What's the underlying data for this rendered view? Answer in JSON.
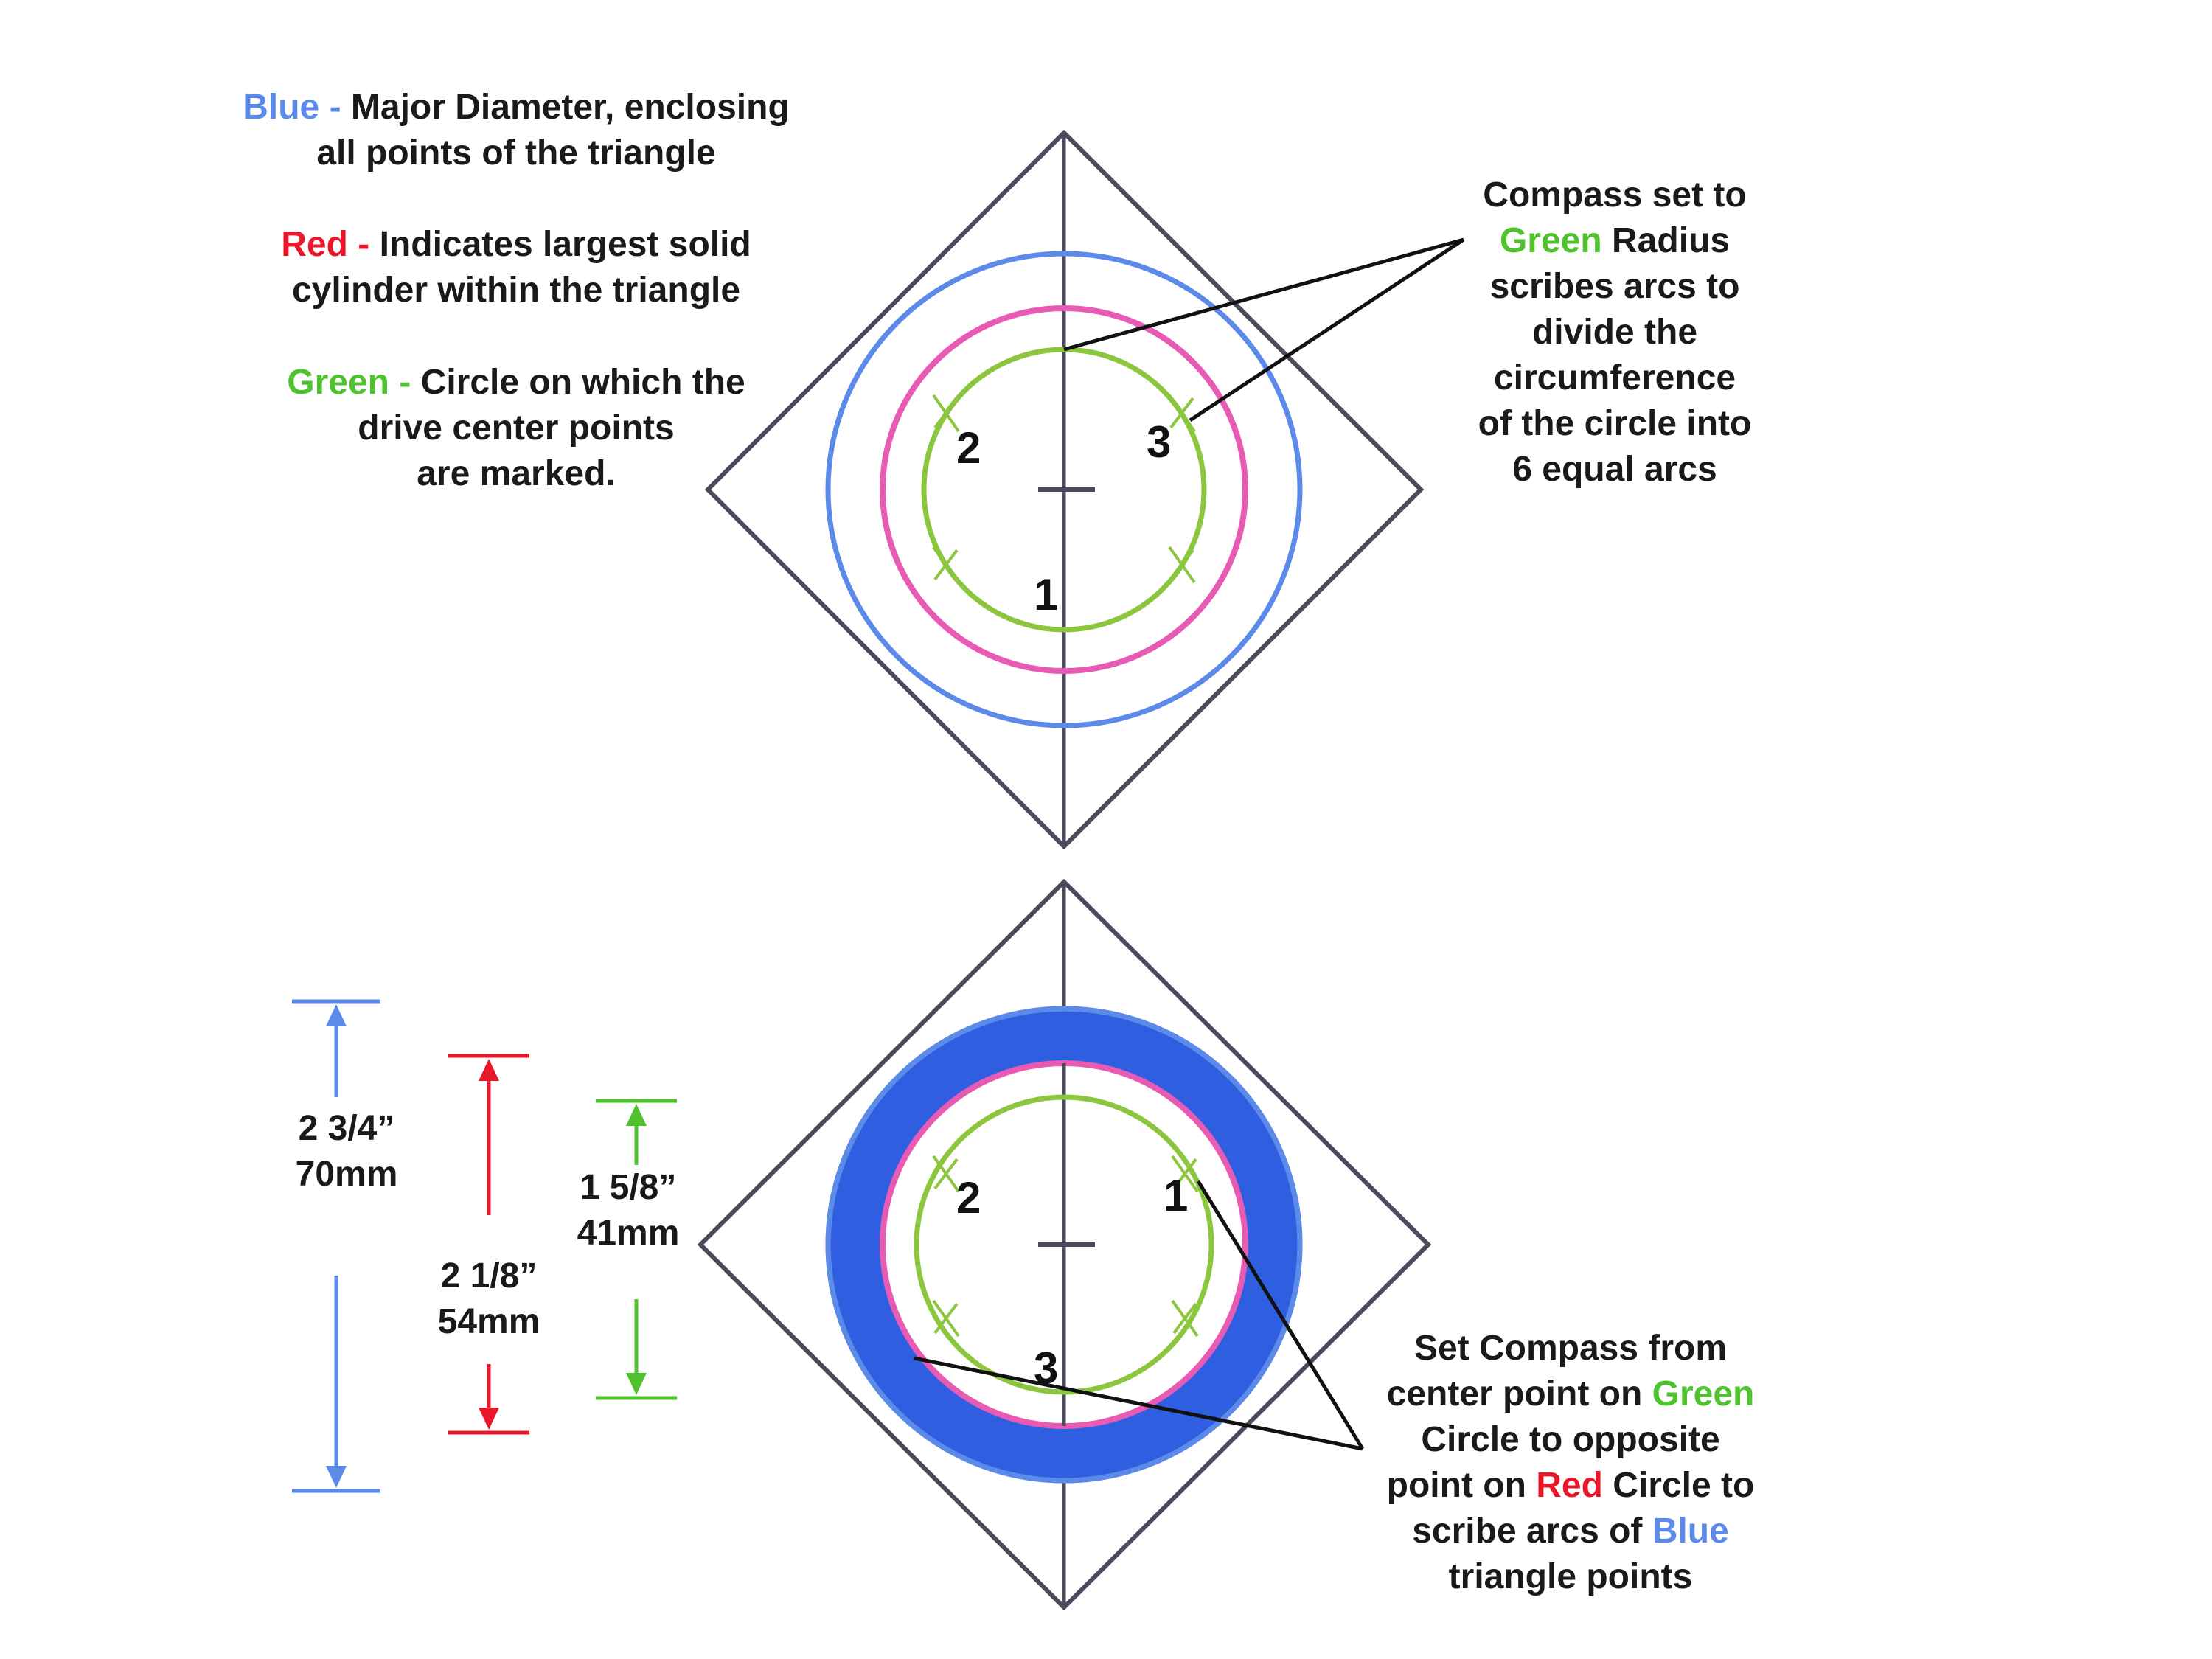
{
  "colors": {
    "blue": "#5b8ae8",
    "red": "#e8182a",
    "green": "#4fc22e",
    "pink": "#e85bb4",
    "lime": "#8cc63f",
    "frame": "#4a4a5a",
    "fill": "#2f5fe0"
  },
  "legend": {
    "blue_word": "Blue",
    "blue_dash": " -",
    "blue_text": " Major Diameter, enclosing",
    "blue_text2": "all points of the triangle",
    "red_word": "Red",
    "red_dash": " -",
    "red_text": " Indicates largest solid",
    "red_text2": "cylinder within the triangle",
    "green_word": "Green",
    "green_dash": " -",
    "green_text": " Circle on which the",
    "green_text2": "drive center points",
    "green_text3": "are marked."
  },
  "callout_top": {
    "l1": "Compass set to",
    "l2_green": "Green",
    "l2_rest": " Radius",
    "l3": "scribes arcs to",
    "l4": "divide the",
    "l5": "circumference",
    "l6": "of the circle into",
    "l7": "6 equal arcs"
  },
  "callout_bottom": {
    "l1": "Set Compass from",
    "l2_a": "center point on ",
    "l2_green": "Green",
    "l3": "Circle to opposite",
    "l4_a": "point on ",
    "l4_red": "Red",
    "l4_b": " Circle to",
    "l5_a": "scribe arcs of ",
    "l5_blue": "Blue",
    "l6": "triangle points"
  },
  "top_numbers": {
    "n1": "1",
    "n2": "2",
    "n3": "3"
  },
  "bottom_numbers": {
    "n1": "1",
    "n2": "2",
    "n3": "3"
  },
  "dimensions": {
    "blue": {
      "imperial": "2 3/4”",
      "metric": "70mm"
    },
    "red": {
      "imperial": "2 1/8”",
      "metric": "54mm"
    },
    "green": {
      "imperial": "1 5/8”",
      "metric": "41mm"
    }
  }
}
